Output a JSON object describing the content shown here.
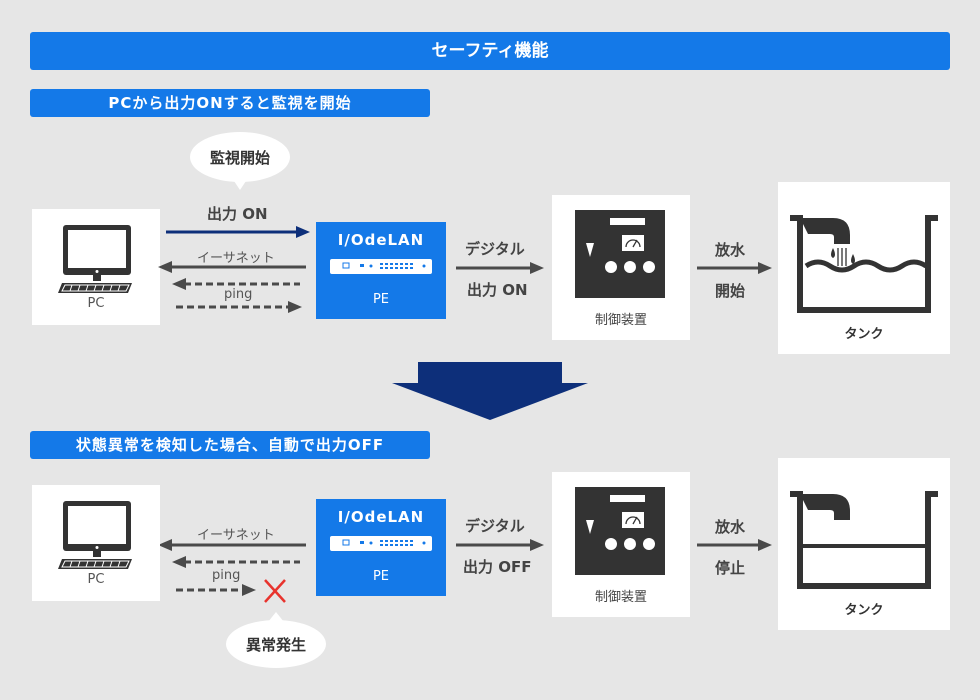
{
  "banner_title": "セーフティ機能",
  "top": {
    "section_label": "PCから出力ONすると監視を開始",
    "bubble": "監視開始",
    "output_on": "出力 ON",
    "ethernet": "イーサネット",
    "ping": "ping",
    "pc_label": "PC",
    "device_name": "I/OdeLAN",
    "device_model": "PE",
    "digital": "デジタル",
    "digital_output": "出力 ON",
    "controller_label": "制御装置",
    "water_label": "放水",
    "water_state": "開始",
    "tank_label": "タンク"
  },
  "bottom": {
    "section_label": "状態異常を検知した場合、自動で出力OFF",
    "bubble": "異常発生",
    "ethernet": "イーサネット",
    "ping": "ping",
    "pc_label": "PC",
    "device_name": "I/OdeLAN",
    "device_model": "PE",
    "digital": "デジタル",
    "digital_output": "出力 OFF",
    "controller_label": "制御装置",
    "water_label": "放水",
    "water_state": "停止",
    "tank_label": "タンク"
  },
  "colors": {
    "accent": "#1479e8",
    "navy": "#0d2f7a",
    "error": "#e8332d",
    "dark": "#3c3c3c"
  },
  "icons": [
    "monitor-icon",
    "keyboard-icon",
    "controller-panel-icon",
    "gauge-icon",
    "tank-icon",
    "faucet-icon",
    "error-x-icon",
    "down-arrow-icon"
  ]
}
